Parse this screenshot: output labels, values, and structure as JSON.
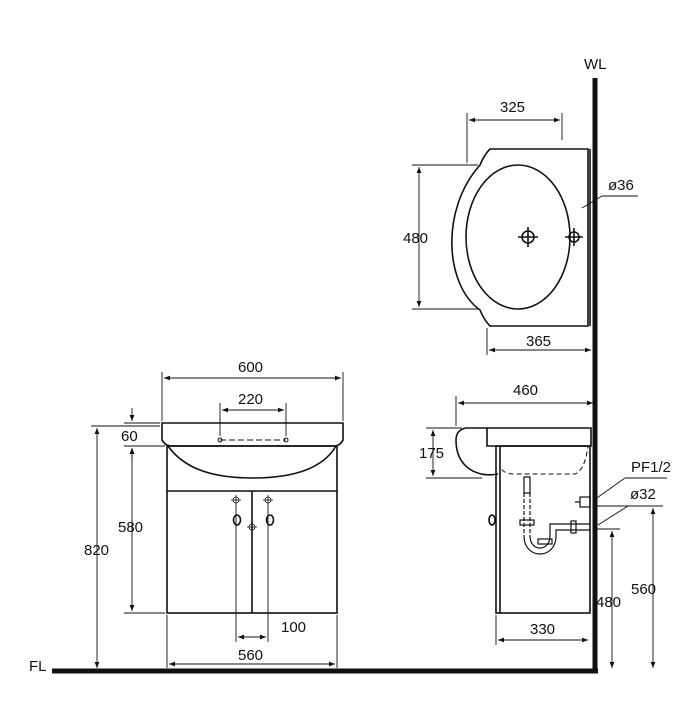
{
  "labels": {
    "wl": "WL",
    "fl": "FL",
    "top_depth": "325",
    "top_height": "480",
    "drain_dia": "ø36",
    "top_wall_depth": "365",
    "front_width": "600",
    "tap_spacing": "220",
    "front_rim_height": "60",
    "front_cabinet_height": "580",
    "front_total_height": "820",
    "door_handle_spacing": "100",
    "cabinet_width": "560",
    "side_depth": "460",
    "side_basin_height": "175",
    "supply_fitting": "PF1/2",
    "waste_dia": "ø32",
    "supply_height": "560",
    "waste_height": "480",
    "cabinet_depth": "330"
  },
  "colors": {
    "line": "#111111",
    "background": "#ffffff"
  }
}
